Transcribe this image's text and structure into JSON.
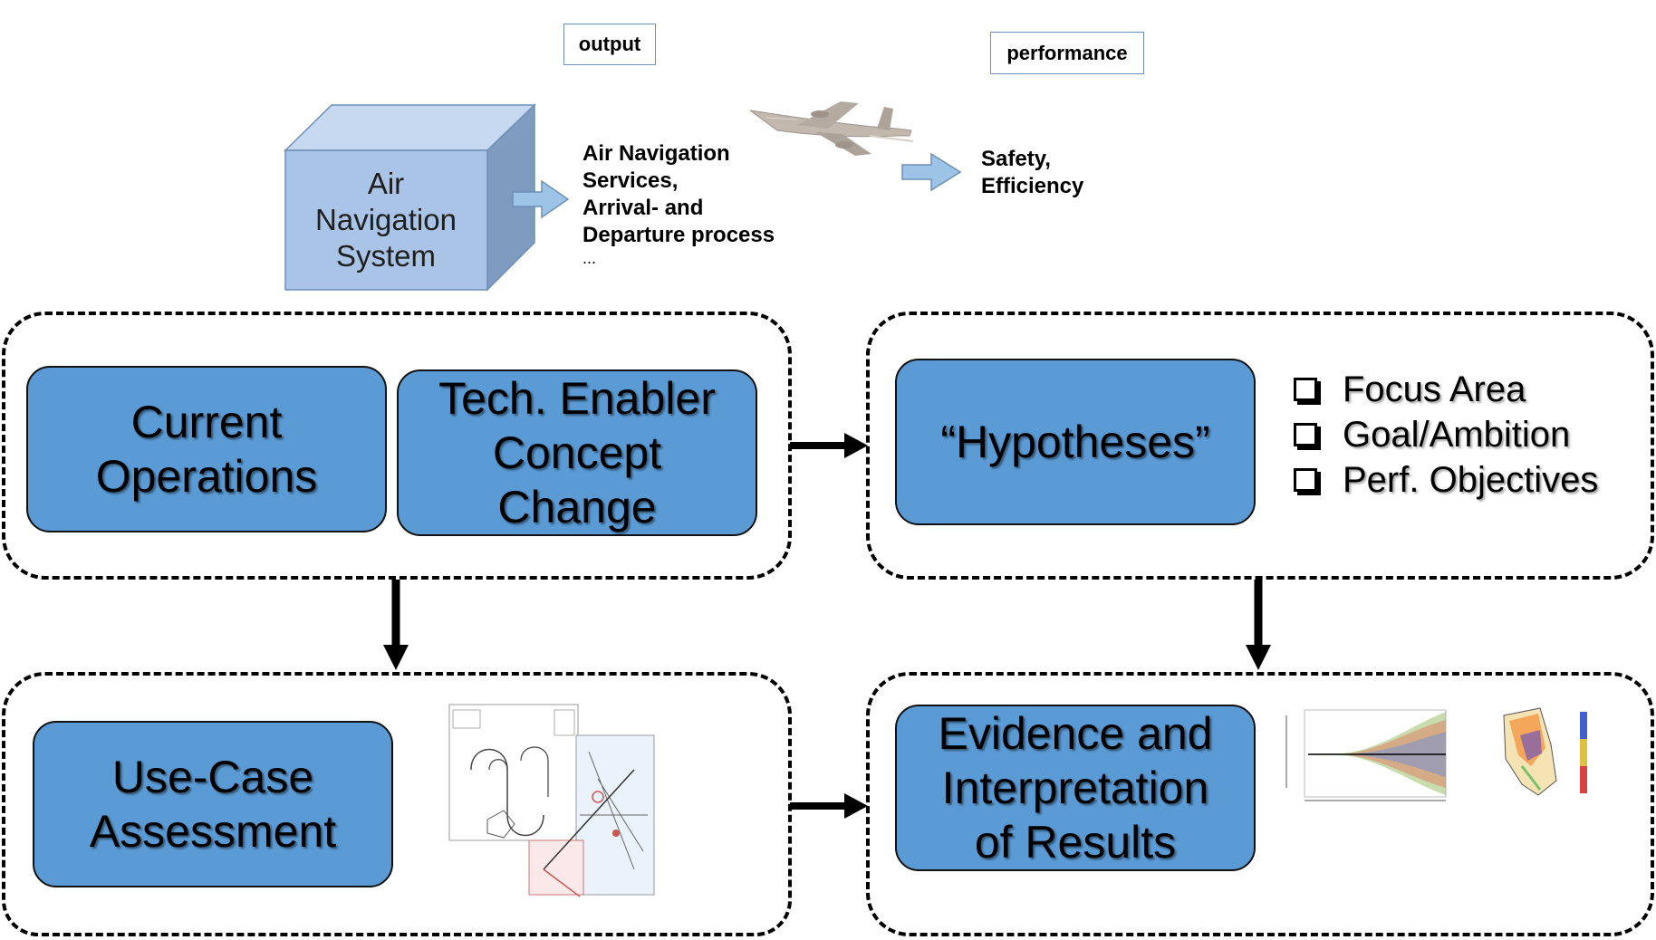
{
  "top": {
    "output_label": "output",
    "performance_label": "performance",
    "system_label_lines": [
      "Air",
      "Navigation",
      "System"
    ],
    "services_lines": [
      "Air Navigation",
      "Services,",
      "Arrival- and",
      "Departure process"
    ],
    "services_ellipsis": "...",
    "performance_lines": [
      "Safety,",
      "Efficiency"
    ]
  },
  "boxes": {
    "current_operations": [
      "Current",
      "Operations"
    ],
    "tech_enabler": [
      "Tech. Enabler",
      "Concept",
      "Change"
    ],
    "hypotheses": "“Hypotheses”",
    "use_case": [
      "Use-Case",
      "Assessment"
    ],
    "evidence": [
      "Evidence and",
      "Interpretation",
      "of Results"
    ]
  },
  "checklist": [
    "Focus Area",
    "Goal/Ambition",
    "Perf. Objectives"
  ],
  "colors": {
    "box_fill": "#5b9bd5",
    "cube_front": "#a9c4e6",
    "cube_top": "#c6d9f1",
    "cube_side": "#7f9cc0",
    "arrow_blue": "#9dc3e6"
  }
}
